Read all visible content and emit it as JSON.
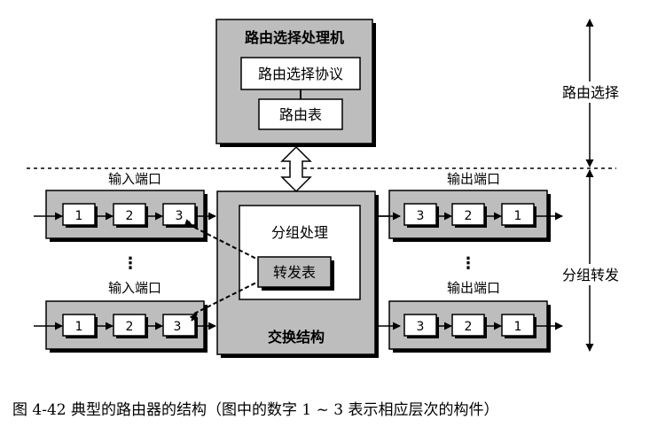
{
  "router": {
    "title": "路由选择处理机",
    "protocol": "路由选择协议",
    "table": "路由表"
  },
  "switch_fabric": {
    "label": "交换结构",
    "processing": "分组处理",
    "forwarding_table": "转发表"
  },
  "input_port_label": "输入端口",
  "output_port_label": "输出端口",
  "input_stages": [
    "1",
    "2",
    "3"
  ],
  "output_stages": [
    "3",
    "2",
    "1"
  ],
  "ellipsis": "⋮",
  "planes": {
    "routing": "路由选择",
    "forwarding": "分组转发"
  },
  "caption": "图 4-42    典型的路由器的结构（图中的数字 1 ~ 3 表示相应层次的构件）",
  "colors": {
    "panel_gray": "#bdbdbd",
    "box_white": "#ffffff",
    "stroke": "#000000"
  }
}
